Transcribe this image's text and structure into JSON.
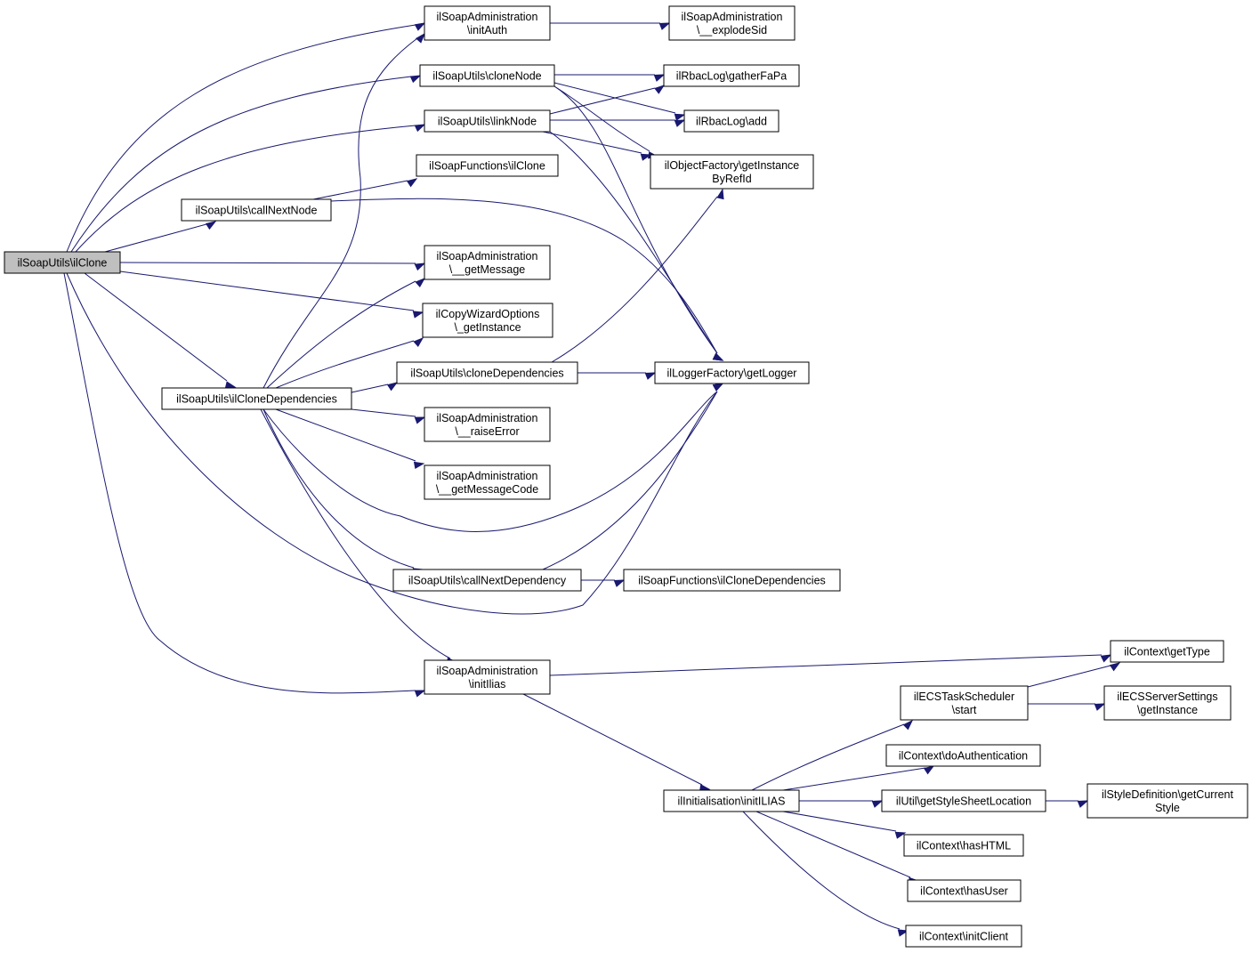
{
  "nodes": [
    {
      "id": "ilclone",
      "lines": [
        "ilSoapUtils\\ilClone"
      ],
      "root": true
    },
    {
      "id": "initauth",
      "lines": [
        "ilSoapAdministration",
        "\\initAuth"
      ]
    },
    {
      "id": "explodesid",
      "lines": [
        "ilSoapAdministration",
        "\\__explodeSid"
      ]
    },
    {
      "id": "clonenode",
      "lines": [
        "ilSoapUtils\\cloneNode"
      ]
    },
    {
      "id": "gatherfapa",
      "lines": [
        "ilRbacLog\\gatherFaPa"
      ]
    },
    {
      "id": "linknode",
      "lines": [
        "ilSoapUtils\\linkNode"
      ]
    },
    {
      "id": "rbaclogadd",
      "lines": [
        "ilRbacLog\\add"
      ]
    },
    {
      "id": "funcilclone",
      "lines": [
        "ilSoapFunctions\\ilClone"
      ]
    },
    {
      "id": "getinstancebyrefid",
      "lines": [
        "ilObjectFactory\\getInstance",
        "ByRefId"
      ]
    },
    {
      "id": "callnextnode",
      "lines": [
        "ilSoapUtils\\callNextNode"
      ]
    },
    {
      "id": "getmessage",
      "lines": [
        "ilSoapAdministration",
        "\\__getMessage"
      ]
    },
    {
      "id": "copywizard",
      "lines": [
        "ilCopyWizardOptions",
        "\\_getInstance"
      ]
    },
    {
      "id": "clonedependencies",
      "lines": [
        "ilSoapUtils\\cloneDependencies"
      ]
    },
    {
      "id": "getlogger",
      "lines": [
        "ilLoggerFactory\\getLogger"
      ]
    },
    {
      "id": "ilclonedependencies",
      "lines": [
        "ilSoapUtils\\ilCloneDependencies"
      ]
    },
    {
      "id": "raiseerror",
      "lines": [
        "ilSoapAdministration",
        "\\__raiseError"
      ]
    },
    {
      "id": "getmessagecode",
      "lines": [
        "ilSoapAdministration",
        "\\__getMessageCode"
      ]
    },
    {
      "id": "callnextdependency",
      "lines": [
        "ilSoapUtils\\callNextDependency"
      ]
    },
    {
      "id": "funcclonedeps",
      "lines": [
        "ilSoapFunctions\\ilCloneDependencies"
      ]
    },
    {
      "id": "initilias",
      "lines": [
        "ilSoapAdministration",
        "\\initIlias"
      ]
    },
    {
      "id": "gettype",
      "lines": [
        "ilContext\\getType"
      ]
    },
    {
      "id": "ecsstart",
      "lines": [
        "ilECSTaskScheduler",
        "\\start"
      ]
    },
    {
      "id": "ecsgetinstance",
      "lines": [
        "ilECSServerSettings",
        "\\getInstance"
      ]
    },
    {
      "id": "doauth",
      "lines": [
        "ilContext\\doAuthentication"
      ]
    },
    {
      "id": "initILIAS",
      "lines": [
        "ilInitialisation\\initILIAS"
      ]
    },
    {
      "id": "stylesheet",
      "lines": [
        "ilUtil\\getStyleSheetLocation"
      ]
    },
    {
      "id": "stylecurrent",
      "lines": [
        "ilStyleDefinition\\getCurrent",
        "Style"
      ]
    },
    {
      "id": "hashtml",
      "lines": [
        "ilContext\\hasHTML"
      ]
    },
    {
      "id": "hasuser",
      "lines": [
        "ilContext\\hasUser"
      ]
    },
    {
      "id": "initclient",
      "lines": [
        "ilContext\\initClient"
      ]
    }
  ],
  "edges": [
    [
      "ilclone",
      "initauth"
    ],
    [
      "ilclone",
      "clonenode"
    ],
    [
      "ilclone",
      "linknode"
    ],
    [
      "ilclone",
      "callnextnode"
    ],
    [
      "ilclone",
      "getmessage"
    ],
    [
      "ilclone",
      "copywizard"
    ],
    [
      "ilclone",
      "ilclonedependencies"
    ],
    [
      "ilclone",
      "getlogger"
    ],
    [
      "ilclone",
      "initilias"
    ],
    [
      "initauth",
      "explodesid"
    ],
    [
      "clonenode",
      "gatherfapa"
    ],
    [
      "clonenode",
      "rbaclogadd"
    ],
    [
      "clonenode",
      "getinstancebyrefid"
    ],
    [
      "clonenode",
      "getlogger"
    ],
    [
      "linknode",
      "gatherfapa"
    ],
    [
      "linknode",
      "rbaclogadd"
    ],
    [
      "linknode",
      "getinstancebyrefid"
    ],
    [
      "linknode",
      "getlogger"
    ],
    [
      "callnextnode",
      "funcilclone"
    ],
    [
      "callnextnode",
      "getlogger"
    ],
    [
      "ilclonedependencies",
      "initauth"
    ],
    [
      "ilclonedependencies",
      "getmessage"
    ],
    [
      "ilclonedependencies",
      "copywizard"
    ],
    [
      "ilclonedependencies",
      "clonedependencies"
    ],
    [
      "ilclonedependencies",
      "raiseerror"
    ],
    [
      "ilclonedependencies",
      "getmessagecode"
    ],
    [
      "ilclonedependencies",
      "getlogger"
    ],
    [
      "ilclonedependencies",
      "callnextdependency"
    ],
    [
      "ilclonedependencies",
      "initilias"
    ],
    [
      "clonedependencies",
      "getinstancebyrefid"
    ],
    [
      "clonedependencies",
      "getlogger"
    ],
    [
      "callnextdependency",
      "getlogger"
    ],
    [
      "callnextdependency",
      "funcclonedeps"
    ],
    [
      "initilias",
      "gettype"
    ],
    [
      "initilias",
      "initILIAS"
    ],
    [
      "initILIAS",
      "ecsstart"
    ],
    [
      "initILIAS",
      "doauth"
    ],
    [
      "initILIAS",
      "stylesheet"
    ],
    [
      "initILIAS",
      "hashtml"
    ],
    [
      "initILIAS",
      "hasuser"
    ],
    [
      "initILIAS",
      "initclient"
    ],
    [
      "ecsstart",
      "gettype"
    ],
    [
      "ecsstart",
      "ecsgetinstance"
    ],
    [
      "stylesheet",
      "stylecurrent"
    ]
  ]
}
